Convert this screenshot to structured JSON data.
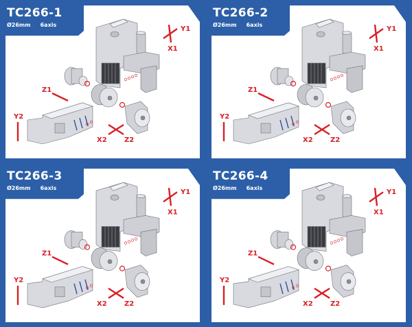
{
  "colors": {
    "brand_blue": "#2c5fa8",
    "axis_red": "#d91f26",
    "part_gray": "#d9dadf"
  },
  "panels": [
    {
      "title": "TC266-1",
      "diameter": "Ø26mm",
      "axes": "6axis",
      "labels": {
        "y1": "Y1",
        "x1": "X1",
        "z1": "Z1",
        "y2": "Y2",
        "x2": "X2",
        "z2": "Z2"
      }
    },
    {
      "title": "TC266-2",
      "diameter": "Ø26mm",
      "axes": "6axis",
      "labels": {
        "y1": "Y1",
        "x1": "X1",
        "z1": "Z1",
        "y2": "Y2",
        "x2": "X2",
        "z2": "Z2"
      }
    },
    {
      "title": "TC266-3",
      "diameter": "Ø26mm",
      "axes": "6axis",
      "labels": {
        "y1": "Y1",
        "x1": "X1",
        "z1": "Z1",
        "y2": "Y2",
        "x2": "X2",
        "z2": "Z2"
      }
    },
    {
      "title": "TC266-4",
      "diameter": "Ø26mm",
      "axes": "6axis",
      "labels": {
        "y1": "Y1",
        "x1": "X1",
        "z1": "Z1",
        "y2": "Y2",
        "x2": "X2",
        "z2": "Z2"
      }
    }
  ]
}
